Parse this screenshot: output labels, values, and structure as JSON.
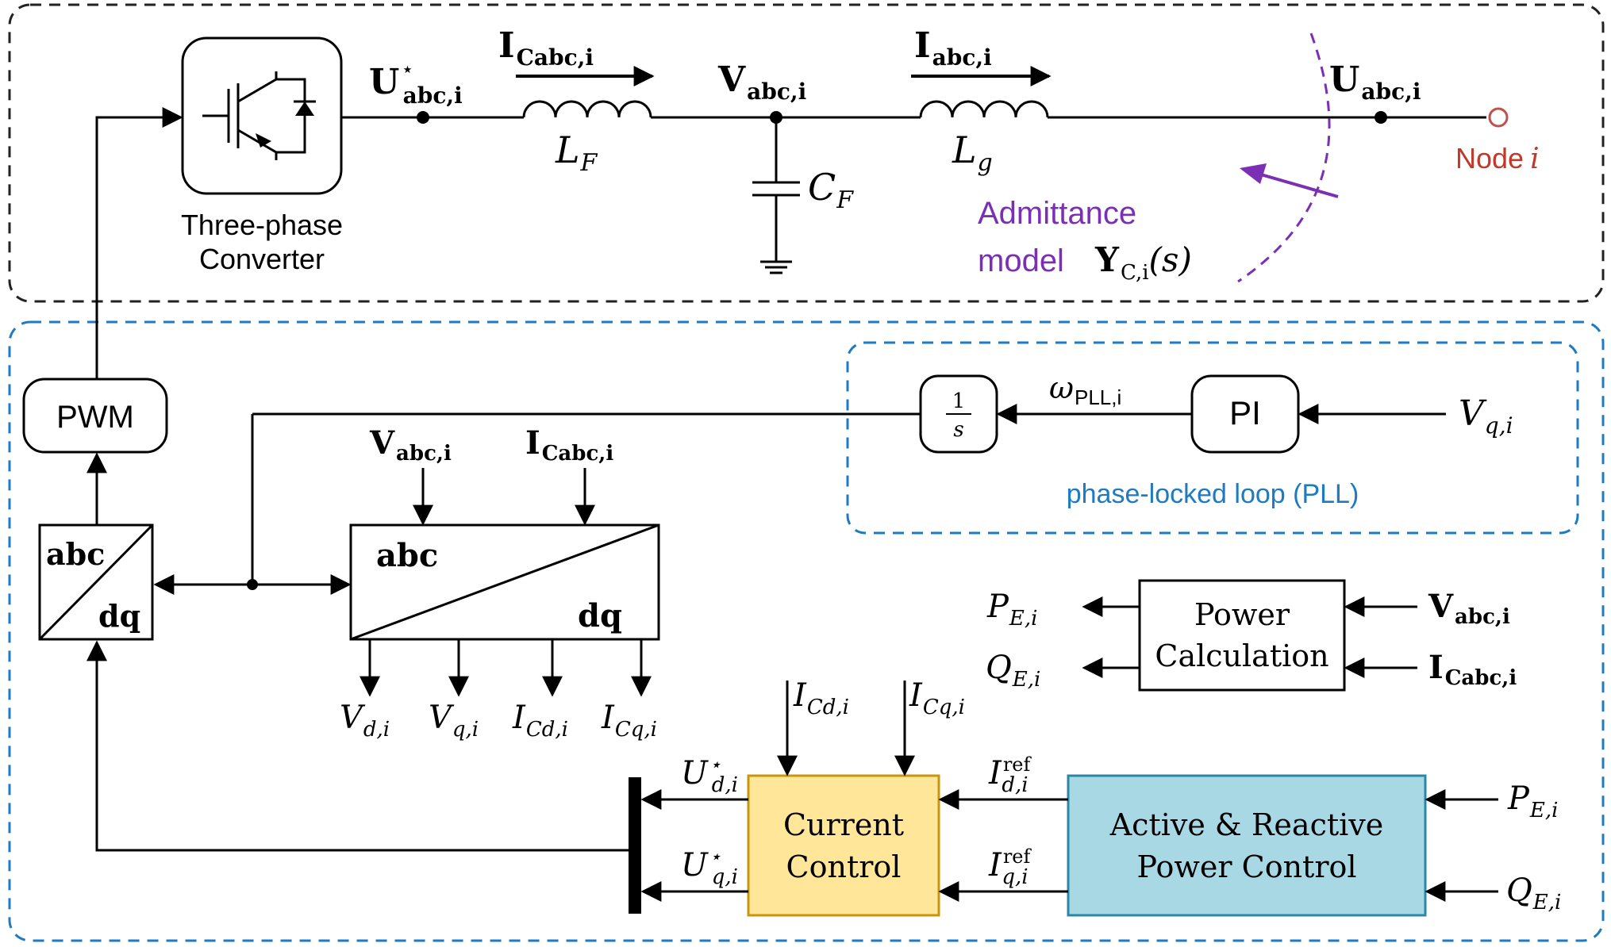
{
  "colors": {
    "line": "#000000",
    "power_stage_border": "#222222",
    "control_border": "#1f7bc1",
    "pll_text": "#1f7bc1",
    "admittance": "#7b2fb5",
    "node_label": "#c0392b",
    "node_marker": "#c0504d",
    "current_control_fill": "#ffe699",
    "current_control_border": "#c8960c",
    "power_control_fill": "#a8d8e4",
    "power_control_border": "#2b87a6"
  },
  "power_stage": {
    "converter_label_line1": "Three-phase",
    "converter_label_line2": "Converter",
    "converter_icon": "igbt-switch-icon",
    "u_star_abc": {
      "base": "U",
      "sup": "⋆",
      "sub": "abc,i"
    },
    "i_cabc": {
      "base": "I",
      "sub": "Cabc,i"
    },
    "v_abc": {
      "base": "V",
      "sub": "abc,i"
    },
    "i_abc": {
      "base": "I",
      "sub": "abc,i"
    },
    "u_abc": {
      "base": "U",
      "sub": "abc,i"
    },
    "lf": {
      "base": "L",
      "sub": "F"
    },
    "lg": {
      "base": "L",
      "sub": "g"
    },
    "cf": {
      "base": "C",
      "sub": "F"
    },
    "node_label": "Node",
    "node_index": "i",
    "admittance_line1": "Admittance",
    "admittance_line2": "model",
    "admittance_symbol": {
      "base": "Y",
      "sub": "C,i",
      "arg": "(s)"
    }
  },
  "control": {
    "pwm": "PWM",
    "abc_dq_left": {
      "top": "abc",
      "bottom": "dq"
    },
    "abc_dq_center": {
      "top": "abc",
      "bottom": "dq"
    },
    "center_in_v": {
      "base": "V",
      "sub": "abc,i"
    },
    "center_in_i": {
      "base": "I",
      "sub": "Cabc,i"
    },
    "outputs": [
      {
        "base": "V",
        "sub": "d,i"
      },
      {
        "base": "V",
        "sub": "q,i"
      },
      {
        "base": "I",
        "sub": "Cd,i"
      },
      {
        "base": "I",
        "sub": "Cq,i"
      }
    ],
    "pll_caption": "phase-locked loop (PLL)",
    "pll_integrator_num": "1",
    "pll_integrator_den": "s",
    "pll_pi": "PI",
    "pll_omega": {
      "base": "ω",
      "sub": "PLL,i"
    },
    "pll_vq": {
      "base": "V",
      "sub": "q,i"
    },
    "power_calc_line1": "Power",
    "power_calc_line2": "Calculation",
    "pe_out": {
      "base": "P",
      "sub": "E,i"
    },
    "qe_out": {
      "base": "Q",
      "sub": "E,i"
    },
    "pc_in_v": {
      "base": "V",
      "sub": "abc,i"
    },
    "pc_in_i": {
      "base": "I",
      "sub": "Cabc,i"
    },
    "current_control_line1": "Current",
    "current_control_line2": "Control",
    "cc_in_d": {
      "base": "I",
      "sub": "Cd,i"
    },
    "cc_in_q": {
      "base": "I",
      "sub": "Cq,i"
    },
    "u_star_d": {
      "base": "U",
      "sup": "⋆",
      "sub": "d,i"
    },
    "u_star_q": {
      "base": "U",
      "sup": "⋆",
      "sub": "q,i"
    },
    "i_ref_d": {
      "base": "I",
      "sup": "ref",
      "sub": "d,i"
    },
    "i_ref_q": {
      "base": "I",
      "sup": "ref",
      "sub": "q,i"
    },
    "apc_line1": "Active & Reactive",
    "apc_line2": "Power Control",
    "apc_in_p": {
      "base": "P",
      "sub": "E,i"
    },
    "apc_in_q": {
      "base": "Q",
      "sub": "E,i"
    }
  }
}
